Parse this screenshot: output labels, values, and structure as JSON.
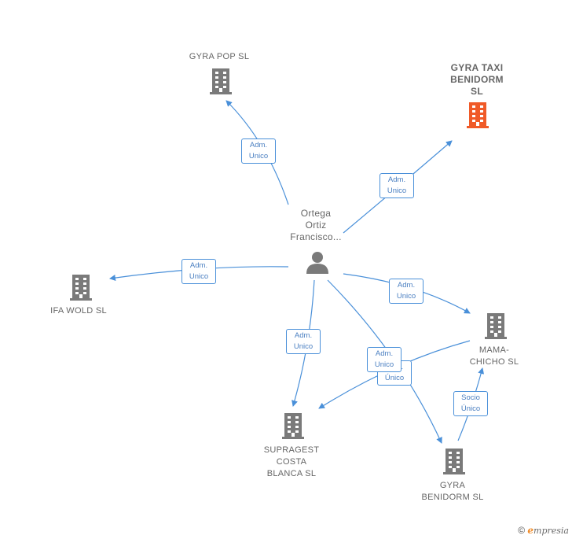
{
  "colors": {
    "edge": "#4a90d9",
    "building": "#7a7a7a",
    "building_highlight": "#f05a28",
    "person": "#7a7a7a"
  },
  "person": {
    "name": "Ortega\nOrtiz\nFrancisco..."
  },
  "companies": {
    "gyra_pop": "GYRA POP  SL",
    "gyra_taxi_benidorm": "GYRA TAXI\nBENIDORM\nSL",
    "ifa_wold": "IFA WOLD  SL",
    "mama_chicho": "MAMA-\nCHICHO SL",
    "supragest": "SUPRAGEST\nCOSTA\nBLANCA SL",
    "gyra_benidorm": "GYRA\nBENIDORM  SL"
  },
  "edges": {
    "to_gyra_pop": "Adm.\nUnico",
    "to_gyra_taxi": "Adm.\nUnico",
    "to_ifa_wold": "Adm.\nUnico",
    "to_mama_chicho": "Adm.\nUnico",
    "to_supragest": "Adm.\nUnico",
    "to_gyra_benidorm": "Adm.\nUnico",
    "mama_to_supragest": "Adm.\nÚnico",
    "benidorm_to_mama": "Socio\nÚnico"
  },
  "footer": {
    "copyright": "©",
    "brand_initial": "e",
    "brand_rest": "mpresia"
  }
}
